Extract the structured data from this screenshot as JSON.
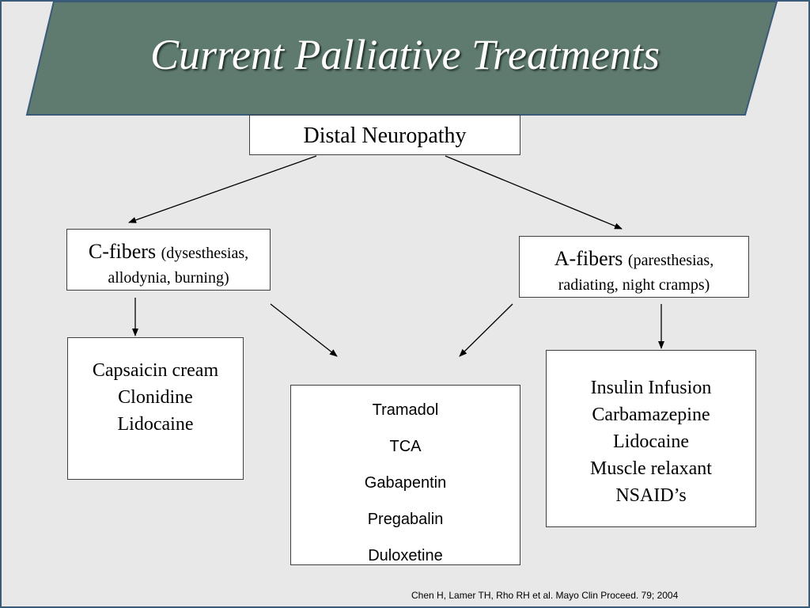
{
  "title": "Current Palliative Treatments",
  "root": "Distal Neuropathy",
  "c_fibers": {
    "label": "C-fibers",
    "detail_line1": "(dysesthesias,",
    "detail_line2": "allodynia, burning)"
  },
  "a_fibers": {
    "label": "A-fibers",
    "detail_line1": "(paresthesias,",
    "detail_line2": "radiating, night cramps)"
  },
  "c_treatments": [
    "Capsaicin cream",
    "Clonidine",
    "Lidocaine"
  ],
  "shared_treatments": [
    "Tramadol",
    "TCA",
    "Gabapentin",
    "Pregabalin",
    "Duloxetine"
  ],
  "a_treatments": [
    "Insulin Infusion",
    "Carbamazepine",
    "Lidocaine",
    "Muscle relaxant",
    "NSAID’s"
  ],
  "citation": "Chen H, Lamer TH, Rho RH et al. Mayo Clin Proceed. 79; 2004",
  "colors": {
    "banner": "#5f7a6e",
    "banner_border": "#3a5a7a",
    "background": "#e8e8e8"
  }
}
